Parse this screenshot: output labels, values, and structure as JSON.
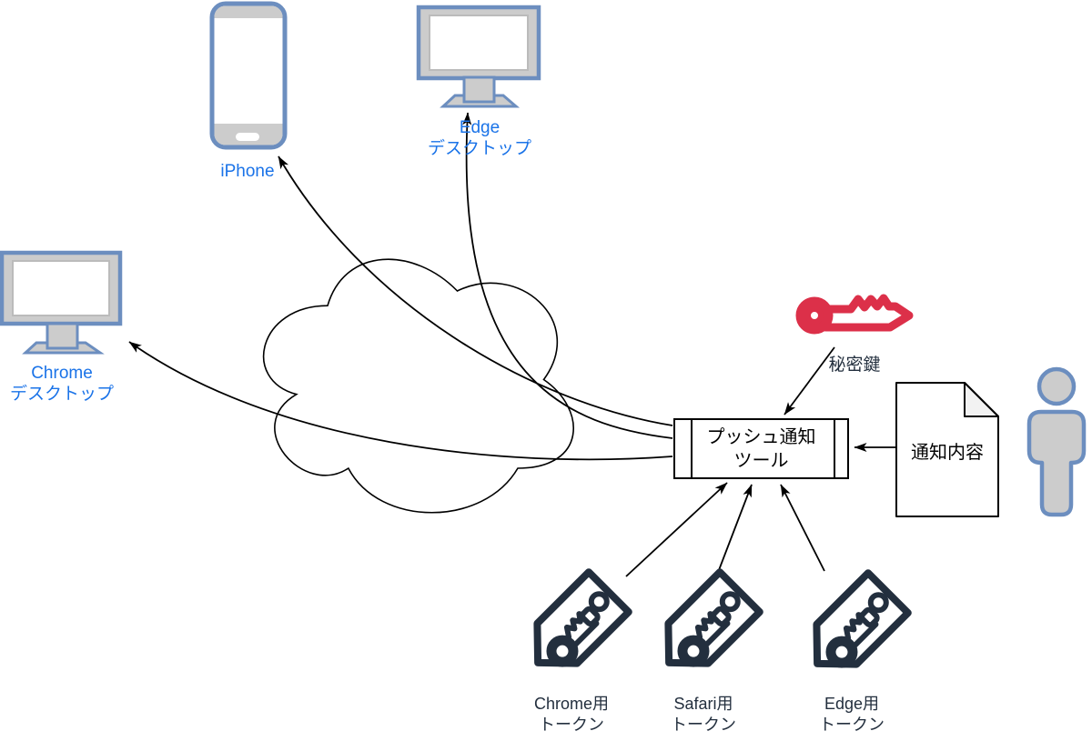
{
  "diagram": {
    "devices": {
      "iphone": {
        "label": "iPhone"
      },
      "edge_desktop": {
        "line1": "Edge",
        "line2": "デスクトップ"
      },
      "chrome_desktop": {
        "line1": "Chrome",
        "line2": "デスクトップ"
      }
    },
    "secret_key": {
      "label": "秘密鍵"
    },
    "push_tool": {
      "line1": "プッシュ通知",
      "line2": "ツール"
    },
    "notification": {
      "label": "通知内容"
    },
    "tokens": [
      {
        "line1": "Chrome用",
        "line2": "トークン"
      },
      {
        "line1": "Safari用",
        "line2": "トークン"
      },
      {
        "line1": "Edge用",
        "line2": "トークン"
      }
    ],
    "colors": {
      "device_border": "#6C8EBF",
      "device_fill": "#CCCCCC",
      "label_blue": "#1A73E8",
      "key_red": "#DC3049",
      "token_dark": "#232F3E",
      "line": "#000000"
    }
  }
}
